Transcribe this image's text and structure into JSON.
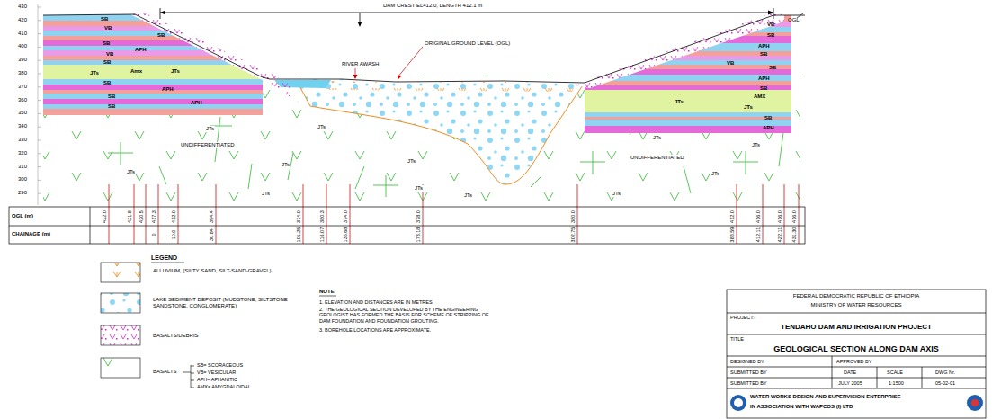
{
  "diagram": {
    "labels": [
      "DAM CREST EL412.0, LENGTH 412.1 m",
      "ORIGINAL GROUND LEVEL (OGL)",
      "RIVER AWASH",
      "OGL",
      "430",
      "420",
      "410",
      "400",
      "390",
      "380",
      "370",
      "360",
      "350",
      "340",
      "330",
      "320",
      "310",
      "300",
      "290",
      "SB",
      "VB",
      "SB",
      "SB",
      "APH",
      "VB",
      "SB",
      "JTs",
      "Amx",
      "JTs",
      "SB",
      "APH",
      "SB",
      "SB",
      "APH",
      "VB",
      "SB",
      "APH",
      "SB",
      "VB",
      "SB",
      "APH",
      "SB",
      "JTs",
      "AMX",
      "JTs",
      "SB",
      "APH",
      "JTs",
      "JTs",
      "JTs",
      "JTs",
      "JTs",
      "JTs",
      "JTs",
      "JTs",
      "JTs",
      "JTs",
      "JTs",
      "JTs",
      "UNDIFFERENTIATED",
      "UNDIFFERENTIATED",
      "OGL (m)",
      "CHAINAGE (m)",
      "422.0",
      "421.8",
      "420.5",
      "417.3",
      "412.0",
      "394.4",
      "374.0",
      "380.3",
      "374.0",
      "378.0",
      "380.0",
      "412.0",
      "416.0",
      "416.0",
      "416.0",
      "0",
      "10.0",
      "30.84",
      "101.25",
      "116.07",
      "135.68",
      "173.18",
      "302.75",
      "388.59",
      "412.11",
      "422.11",
      "431.30",
      "LEGEND",
      "SB= SCORACEOUS",
      "VB= VESICULAR",
      "APH= APHANITIC",
      "AMX= AMYGDALOIDAL",
      "NOTE",
      "1. ELEVATION AND DISTANCES ARE IN METRES",
      "2. THE GEOLOGICAL SECTION DEVELOPED BY THE ENGINEERING GEOLOGIST HAS FORMED THE BASIS FOR SCHEME OF STRIPPING OF DAM FOUNDATION AND FOUNDATION GROUTING.",
      "3. BOREHOLE LOCATIONS ARE APPROXIMATE.",
      "FEDERAL DEMOCRATIC REPUBLIC OF ETHIOPIA",
      "MINISTRY OF WATER RESOURCES",
      "PROJECT:-",
      "TENDAHO DAM AND IRRIGATION PROJECT",
      "TITLE",
      "GEOLOGICAL SECTION ALONG DAM AXIS",
      "DESIGNED BY",
      "APPROVED BY",
      "SUBMITTED BY",
      "DATE",
      "SCALE",
      "DWG Nr.",
      "SUBMITTED BY",
      "JULY 2005",
      "1:1500",
      "05-02-01",
      "WATER WORKS DESIGN AND SUPERVISION ENTERPRISE",
      "IN ASSOCIATION WITH WAPCOS (I) LTD"
    ],
    "legend": [
      {
        "text": "ALLUVIUM, (SILTY SAND, SILT-SAND-GRAVEL)"
      },
      {
        "text": "LAKE SEDIMENT DEPOSIT (MUDSTONE, SILTSTONE SANDSTONE, CONGLOMERATE)"
      },
      {
        "text": "BASALTS/DEBRIS"
      },
      {
        "text": "BASALTS"
      }
    ]
  }
}
